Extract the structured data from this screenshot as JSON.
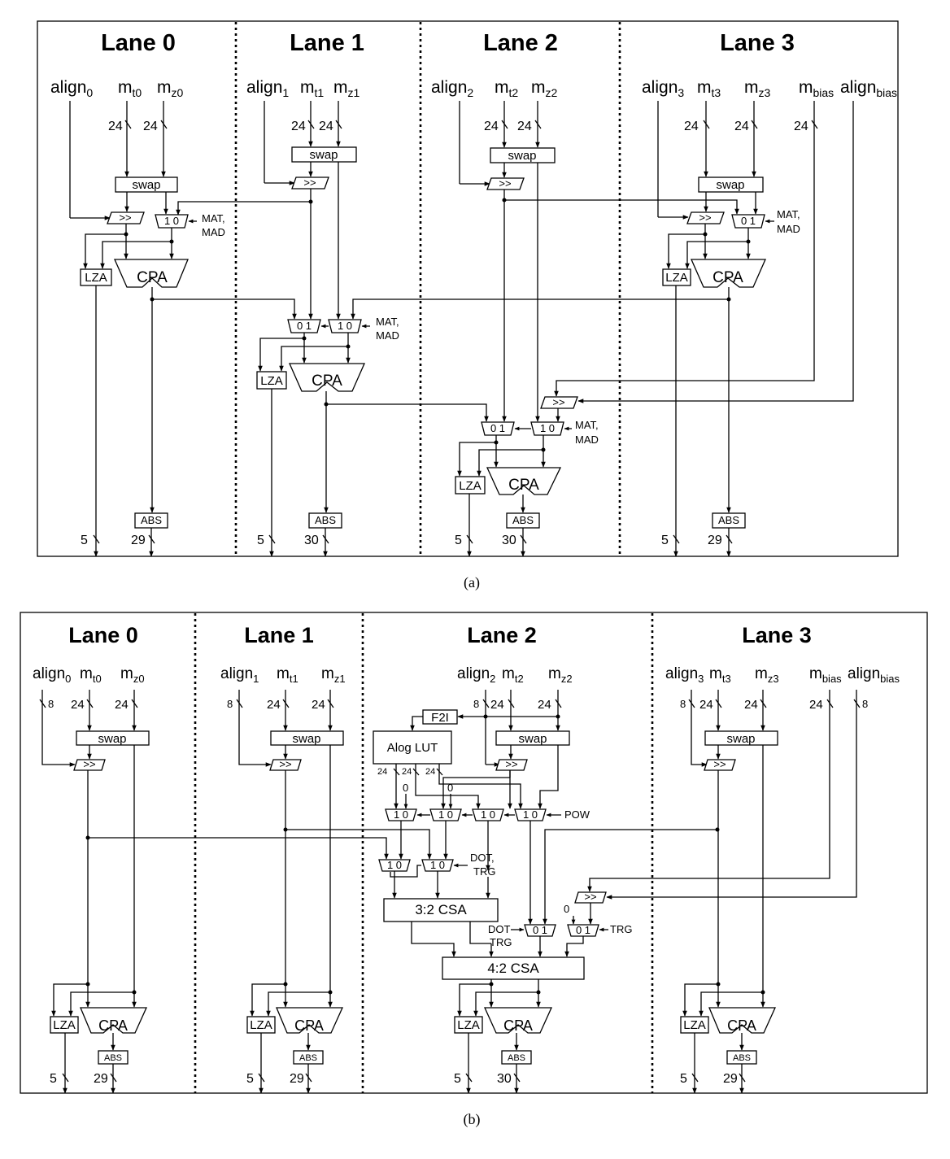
{
  "panel_a": {
    "lanes": [
      "Lane 0",
      "Lane 1",
      "Lane 2",
      "Lane 3"
    ],
    "caption": "(a)",
    "blocks": {
      "swap": "swap",
      "shift": ">>",
      "lza": "LZA",
      "cpa": "CPA",
      "abs": "ABS",
      "mux10": "1 0",
      "mux01": "0 1",
      "ctl1": "MAT,",
      "ctl2": "MAD"
    },
    "widths": {
      "in": "24",
      "lza": "5",
      "out0": "29",
      "out1": "30",
      "out2": "30",
      "out3": "29"
    }
  },
  "panel_b": {
    "lanes": [
      "Lane 0",
      "Lane 1",
      "Lane 2",
      "Lane 3"
    ],
    "caption": "(b)",
    "blocks": {
      "swap": "swap",
      "shift": ">>",
      "lza": "LZA",
      "cpa": "CPA",
      "abs": "ABS",
      "f2i": "F2I",
      "alog": "Alog LUT",
      "csa32": "3:2 CSA",
      "csa42": "4:2 CSA",
      "mux10": "1 0",
      "mux01": "0 1",
      "pow": "POW",
      "dot": "DOT,",
      "trg": "TRG",
      "dotarrow": "DOT",
      "trg2": "TRG",
      "trg3": "TRG"
    },
    "widths": {
      "in": "24",
      "align": "8",
      "lut": "24",
      "zero": "0",
      "lza": "5",
      "out0": "29",
      "out1": "29",
      "out2": "30",
      "out3": "29"
    }
  },
  "signals": {
    "align": "align",
    "m": "m",
    "s_align": [
      "0",
      "1",
      "2",
      "3",
      "bias"
    ],
    "s_mt": [
      "t0",
      "t1",
      "t2",
      "t3"
    ],
    "s_mz": [
      "z0",
      "z1",
      "z2",
      "z3"
    ],
    "s_bias": "bias"
  }
}
